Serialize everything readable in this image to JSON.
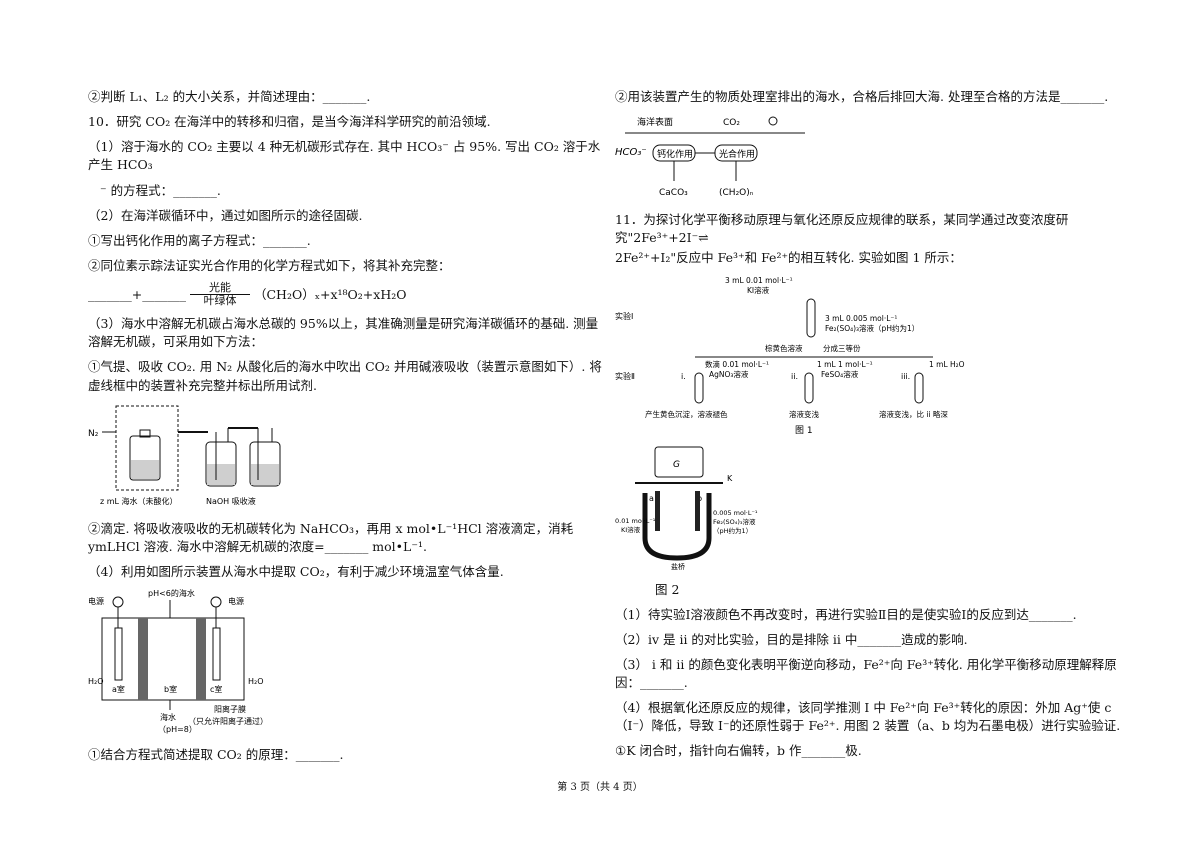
{
  "left": {
    "l1": "②判断 L₁、L₂ 的大小关系，并简述理由：_______.",
    "l2": "10．研究 CO₂ 在海洋中的转移和归宿，是当今海洋科学研究的前沿领域.",
    "l3": "（1）溶于海水的 CO₂ 主要以 4 种无机碳形式存在. 其中 HCO₃⁻ 占 95%. 写出 CO₂ 溶于水产生 HCO₃",
    "l4": "⁻ 的方程式：_______.",
    "l5": "（2）在海洋碳循环中，通过如图所示的途径固碳.",
    "l6": "①写出钙化作用的离子方程式：_______.",
    "l7": "②同位素示踪法证实光合作用的化学方程式如下，将其补充完整：",
    "eq_blank": "_______+_______",
    "eq_top": "光能",
    "eq_bottom": "叶绿体",
    "eq_products": "（CH₂O）ₓ+x¹⁸O₂+xH₂O",
    "l8": "（3）海水中溶解无机碳占海水总碳的 95%以上，其准确测量是研究海洋碳循环的基础. 测量溶解无机碳，可采用如下方法：",
    "l9": "①气提、吸收 CO₂. 用 N₂ 从酸化后的海水中吹出 CO₂ 并用碱液吸收（装置示意图如下）. 将虚线框中的装置补充完整并标出所用试剂.",
    "fig_n2": "N₂",
    "fig_seawater": "z mL 海水（未酸化）",
    "fig_naoh": "NaOH 吸收液",
    "l10": "②滴定. 将吸收液吸收的无机碳转化为 NaHCO₃，再用 x mol•L⁻¹HCl 溶液滴定，消耗 ymLHCl 溶液. 海水中溶解无机碳的浓度=_______ mol•L⁻¹.",
    "l11": "（4）利用如图所示装置从海水中提取 CO₂，有利于减少环境温室气体含量.",
    "fig2_ph6": "pH<6的海水",
    "fig2_power1": "电源",
    "fig2_power2": "电源",
    "fig2_a": "a室",
    "fig2_b": "b室",
    "fig2_c": "c室",
    "fig2_h2o_l": "H₂O",
    "fig2_h2o_r": "H₂O",
    "fig2_membrane": "阳离子膜",
    "fig2_membrane2": "（只允许阳离子通过）",
    "fig2_seawater": "海水",
    "fig2_ph8": "（pH=8）",
    "l12": "①结合方程式简述提取 CO₂ 的原理：_______."
  },
  "right": {
    "r1": "②用该装置产生的物质处理室排出的海水，合格后排回大海. 处理至合格的方法是_______.",
    "c_surface": "海洋表面",
    "c_co2": "CO₂",
    "c_hco3": "HCO₃⁻",
    "c_calc": "钙化作用",
    "c_photo": "光合作用",
    "c_caco3": "CaCO₃",
    "c_ch2o": "(CH₂O)ₙ",
    "r2": "11．为探讨化学平衡移动原理与氧化还原反应规律的联系，某同学通过改变浓度研究\"2Fe³⁺+2I⁻⇌",
    "r3": "2Fe²⁺+I₂\"反应中 Fe³⁺和 Fe²⁺的相互转化. 实验如图 1 所示：",
    "f1_ki": "3 mL 0.01 mol·L⁻¹",
    "f1_ki2": "KI溶液",
    "f1_exp1": "实验Ⅰ",
    "f1_fe": "3 mL 0.005 mol·L⁻¹",
    "f1_fe2": "Fe₂(SO₄)₃溶液（pH约为1）",
    "f1_brown": "棕黄色溶液",
    "f1_split": "分成三等份",
    "f1_exp2": "实验Ⅱ",
    "f1_i": "i.",
    "f1_ii": "ii.",
    "f1_iii": "iii.",
    "f1_agno3a": "数滴 0.01 mol·L⁻¹",
    "f1_agno3b": "AgNO₃溶液",
    "f1_feso4a": "1 mL 1 mol·L⁻¹",
    "f1_feso4b": "FeSO₄溶液",
    "f1_h2o": "1 mL H₂O",
    "f1_res1": "产生黄色沉淀，溶液褪色",
    "f1_res2": "溶液变浅",
    "f1_res3": "溶液变浅，比 ii 略深",
    "f1_cap": "图 1",
    "f2_k": "K",
    "f2_g": "G",
    "f2_a": "a",
    "f2_b": "b",
    "f2_left1": "0.01 mol·L⁻¹",
    "f2_left2": "KI溶液",
    "f2_right1": "0.005 mol·L⁻¹",
    "f2_right2": "Fe₂(SO₄)₃溶液",
    "f2_right3": "（pH约为1）",
    "f2_bridge": "盐桥",
    "f2_cap": "图 2",
    "r4": "（1）待实验Ⅰ溶液颜色不再改变时，再进行实验Ⅱ目的是使实验Ⅰ的反应到达_______.",
    "r5": "（2）iv 是 ii 的对比实验，目的是排除 ii 中_______造成的影响.",
    "r6": "（3） i 和 ii 的颜色变化表明平衡逆向移动，Fe²⁺向 Fe³⁺转化. 用化学平衡移动原理解释原因：_______.",
    "r7": "（4）根据氧化还原反应的规律，该同学推测 I 中 Fe²⁺向 Fe³⁺转化的原因：外加 Ag⁺使 c（I⁻）降低，导致 I⁻的还原性弱于 Fe²⁺. 用图 2 装置（a、b 均为石墨电极）进行实验验证.",
    "r8": "①K 闭合时，指针向右偏转，b 作_______极."
  },
  "footer": "第 3 页（共 4 页）"
}
